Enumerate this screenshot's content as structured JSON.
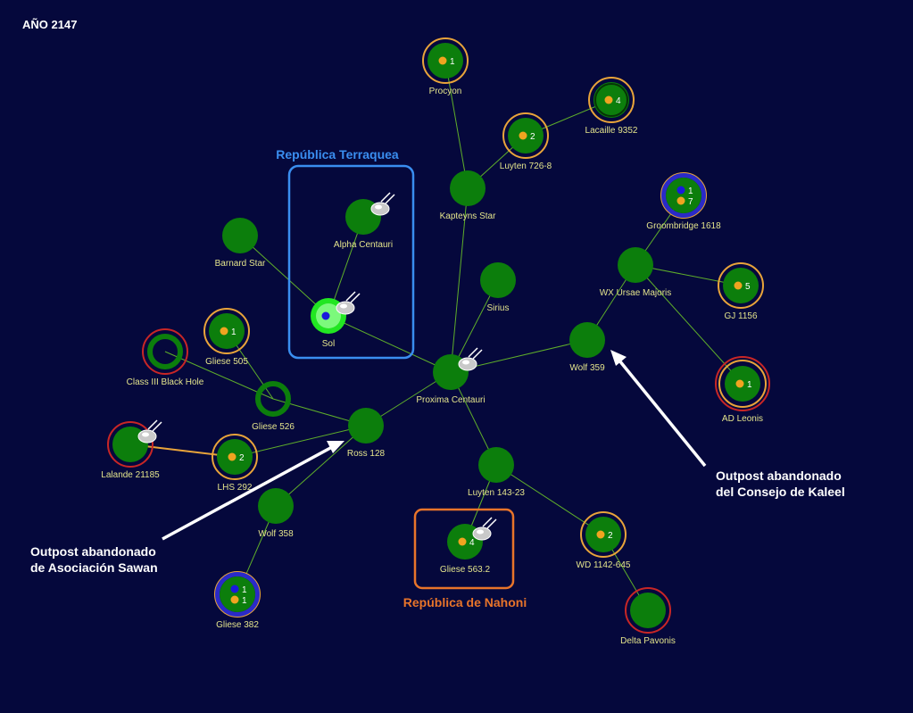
{
  "year_label": "AÑO 2147",
  "colors": {
    "background": "#05083c",
    "star_fill": "#0c7e0c",
    "lane": "#5fae2a",
    "label": "#e4e48c",
    "ring_orange": "#e9a43a",
    "ring_red": "#c82626",
    "ring_blue": "#2a2ac8",
    "planet_orange": "#f0a420",
    "planet_blue": "#1a1adc",
    "region_terraquea": "#3a8ef0",
    "region_nahoni": "#e8742a"
  },
  "regions": [
    {
      "id": "terraquea",
      "title": "República Terraquea"
    },
    {
      "id": "nahoni",
      "title": "República de Nahoni"
    }
  ],
  "annotations": [
    {
      "id": "kaleel",
      "lines": [
        "Outpost abandonado",
        "del Consejo de Kaleel"
      ]
    },
    {
      "id": "sawan",
      "lines": [
        "Outpost abandonado",
        "de Asociación Sawan"
      ]
    }
  ],
  "stars": [
    {
      "id": "procyon",
      "label": "Procyon",
      "ring": "orange",
      "planets": [
        {
          "color": "orange",
          "count": "1"
        }
      ]
    },
    {
      "id": "lacaille",
      "label": "Lacaille 9352",
      "ring": "orange",
      "inner_ring": "green",
      "planets": [
        {
          "color": "orange",
          "count": "4"
        }
      ]
    },
    {
      "id": "luyten726",
      "label": "Luyten 726-8",
      "ring": "orange",
      "planets": [
        {
          "color": "orange",
          "count": "2"
        }
      ]
    },
    {
      "id": "kapteyn",
      "label": "Kapteyns Star"
    },
    {
      "id": "groombridge",
      "label": "Groombridge 1618",
      "ring": "orange",
      "band": "blue",
      "planets": [
        {
          "color": "blue",
          "count": "1"
        },
        {
          "color": "orange",
          "count": "7"
        }
      ]
    },
    {
      "id": "alphacen",
      "label": "Alpha Centauri",
      "ship": true
    },
    {
      "id": "barnard",
      "label": "Barnard Star"
    },
    {
      "id": "wxursae",
      "label": "WX Ursae Majoris"
    },
    {
      "id": "sirius",
      "label": "Sirius"
    },
    {
      "id": "gj1156",
      "label": "GJ 1156",
      "ring": "orange",
      "planets": [
        {
          "color": "orange",
          "count": "5"
        }
      ]
    },
    {
      "id": "sol",
      "label": "Sol",
      "bright": true,
      "ship": true,
      "planets": [
        {
          "color": "blue",
          "count": ""
        }
      ]
    },
    {
      "id": "gliese505",
      "label": "Gliese 505",
      "ring": "orange",
      "planets": [
        {
          "color": "orange",
          "count": "1"
        }
      ]
    },
    {
      "id": "blackhole",
      "label": "Class III Black Hole",
      "ring": "red",
      "hollow": true
    },
    {
      "id": "wolf359",
      "label": "Wolf 359"
    },
    {
      "id": "proxima",
      "label": "Proxima Centauri",
      "ship": true
    },
    {
      "id": "adleonis",
      "label": "AD Leonis",
      "ring": "red",
      "double_ring": true,
      "planets": [
        {
          "color": "orange",
          "count": "1"
        }
      ]
    },
    {
      "id": "gliese526",
      "label": "Gliese 526",
      "hollow": true
    },
    {
      "id": "ross128",
      "label": "Ross 128"
    },
    {
      "id": "lalande",
      "label": "Lalande 21185",
      "ring": "red",
      "ship": true
    },
    {
      "id": "lhs292",
      "label": "LHS 292",
      "ring": "orange",
      "planets": [
        {
          "color": "orange",
          "count": "2"
        }
      ]
    },
    {
      "id": "luyten143",
      "label": "Luyten 143-23"
    },
    {
      "id": "wolf358",
      "label": "Wolf 358"
    },
    {
      "id": "wd1142",
      "label": "WD 1142-645",
      "ring": "orange",
      "planets": [
        {
          "color": "orange",
          "count": "2"
        }
      ]
    },
    {
      "id": "gliese563",
      "label": "Gliese 563.2",
      "ship": true,
      "planets": [
        {
          "color": "orange",
          "count": "4"
        }
      ]
    },
    {
      "id": "gliese382",
      "label": "Gliese 382",
      "ring": "orange",
      "band": "blue",
      "planets": [
        {
          "color": "blue",
          "count": "1"
        },
        {
          "color": "orange",
          "count": "1"
        }
      ]
    },
    {
      "id": "deltapav",
      "label": "Delta Pavonis",
      "ring": "red"
    }
  ],
  "lanes": [
    [
      "procyon",
      "kapteyn"
    ],
    [
      "lacaille",
      "luyten726"
    ],
    [
      "luyten726",
      "kapteyn"
    ],
    [
      "kapteyn",
      "proxima"
    ],
    [
      "sirius",
      "proxima"
    ],
    [
      "alphacen",
      "sol"
    ],
    [
      "barnard",
      "sol"
    ],
    [
      "sol",
      "proxima"
    ],
    [
      "proxima",
      "wolf359"
    ],
    [
      "wolf359",
      "wxursae"
    ],
    [
      "wxursae",
      "groombridge"
    ],
    [
      "wxursae",
      "gj1156"
    ],
    [
      "wxursae",
      "adleonis"
    ],
    [
      "proxima",
      "ross128"
    ],
    [
      "proxima",
      "luyten143"
    ],
    [
      "ross128",
      "gliese526"
    ],
    [
      "gliese526",
      "gliese505"
    ],
    [
      "gliese526",
      "blackhole"
    ],
    [
      "ross128",
      "lhs292"
    ],
    [
      "ross128",
      "wolf358"
    ],
    [
      "lhs292",
      "lalande"
    ],
    [
      "wolf358",
      "gliese382"
    ],
    [
      "luyten143",
      "gliese563"
    ],
    [
      "luyten143",
      "wd1142"
    ],
    [
      "wd1142",
      "deltapav"
    ]
  ]
}
